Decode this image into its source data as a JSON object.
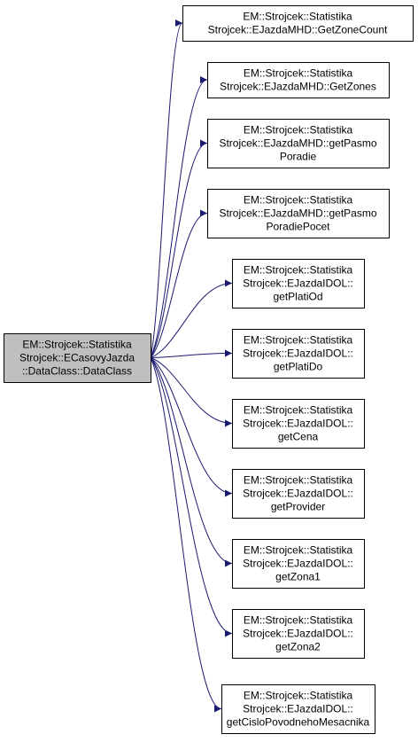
{
  "colors": {
    "edge": "#191970",
    "node_border": "#000000",
    "node_fill": "#ffffff",
    "source_fill": "#bfbfbf"
  },
  "source": {
    "lines": [
      "EM::Strojcek::Statistika",
      "Strojcek::ECasovyJazda",
      "::DataClass::DataClass"
    ]
  },
  "targets": [
    {
      "lines": [
        "EM::Strojcek::Statistika",
        "Strojcek::EJazdaMHD::GetZoneCount"
      ]
    },
    {
      "lines": [
        "EM::Strojcek::Statistika",
        "Strojcek::EJazdaMHD::GetZones"
      ]
    },
    {
      "lines": [
        "EM::Strojcek::Statistika",
        "Strojcek::EJazdaMHD::getPasmo",
        "Poradie"
      ]
    },
    {
      "lines": [
        "EM::Strojcek::Statistika",
        "Strojcek::EJazdaMHD::getPasmo",
        "PoradiePocet"
      ]
    },
    {
      "lines": [
        "EM::Strojcek::Statistika",
        "Strojcek::EJazdaIDOL::",
        "getPlatiOd"
      ]
    },
    {
      "lines": [
        "EM::Strojcek::Statistika",
        "Strojcek::EJazdaIDOL::",
        "getPlatiDo"
      ]
    },
    {
      "lines": [
        "EM::Strojcek::Statistika",
        "Strojcek::EJazdaIDOL::",
        "getCena"
      ]
    },
    {
      "lines": [
        "EM::Strojcek::Statistika",
        "Strojcek::EJazdaIDOL::",
        "getProvider"
      ]
    },
    {
      "lines": [
        "EM::Strojcek::Statistika",
        "Strojcek::EJazdaIDOL::",
        "getZona1"
      ]
    },
    {
      "lines": [
        "EM::Strojcek::Statistika",
        "Strojcek::EJazdaIDOL::",
        "getZona2"
      ]
    },
    {
      "lines": [
        "EM::Strojcek::Statistika",
        "Strojcek::EJazdaIDOL::",
        "getCisloPovodnehoMesacnika"
      ]
    }
  ]
}
